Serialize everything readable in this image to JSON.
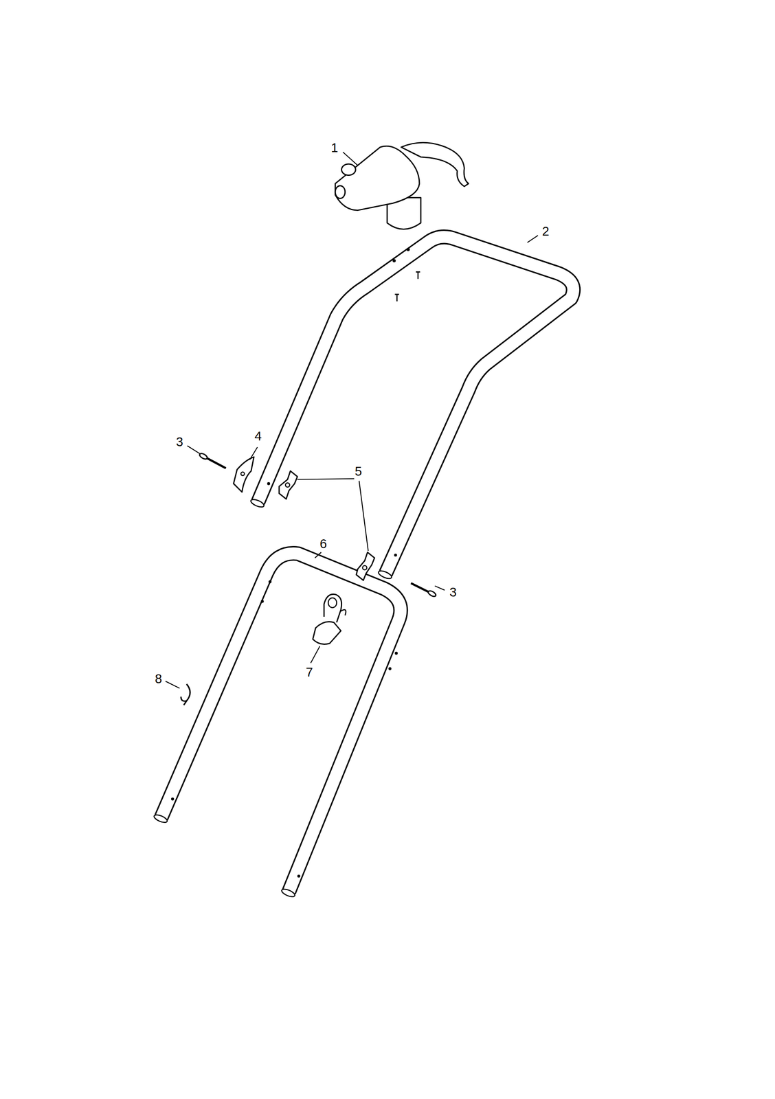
{
  "diagram": {
    "labels": [
      "1",
      "2",
      "3",
      "4",
      "5",
      "6",
      "3",
      "7",
      "8"
    ]
  }
}
